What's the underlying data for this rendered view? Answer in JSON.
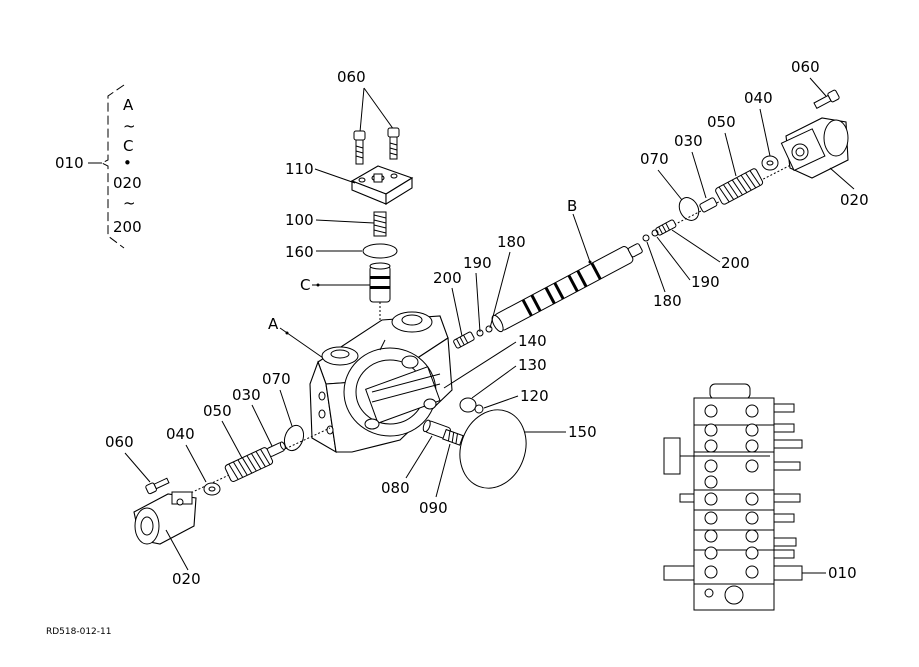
{
  "diagram": {
    "reference_code": "RD518-012-11",
    "bracket": {
      "part": "010",
      "range_lines": [
        "A",
        "~",
        "C",
        "•",
        "020",
        "~",
        "200"
      ]
    },
    "callouts": {
      "p060_top": "060",
      "p110": "110",
      "p100": "100",
      "p160": "160",
      "pC": "C",
      "pA": "A",
      "pB": "B",
      "p200_mid": "200",
      "p190_mid": "190",
      "p180_mid": "180",
      "p140": "140",
      "p130": "130",
      "p120": "120",
      "p150": "150",
      "p080": "080",
      "p090": "090",
      "p070_left": "070",
      "p030_left": "030",
      "p050_left": "050",
      "p040_left": "040",
      "p060_left": "060",
      "p020_left": "020",
      "p060_right": "060",
      "p040_right": "040",
      "p050_right": "050",
      "p030_right": "030",
      "p070_right": "070",
      "p020_right": "020",
      "p200_right": "200",
      "p190_right": "190",
      "p180_right": "180",
      "p010_inset": "010"
    }
  }
}
